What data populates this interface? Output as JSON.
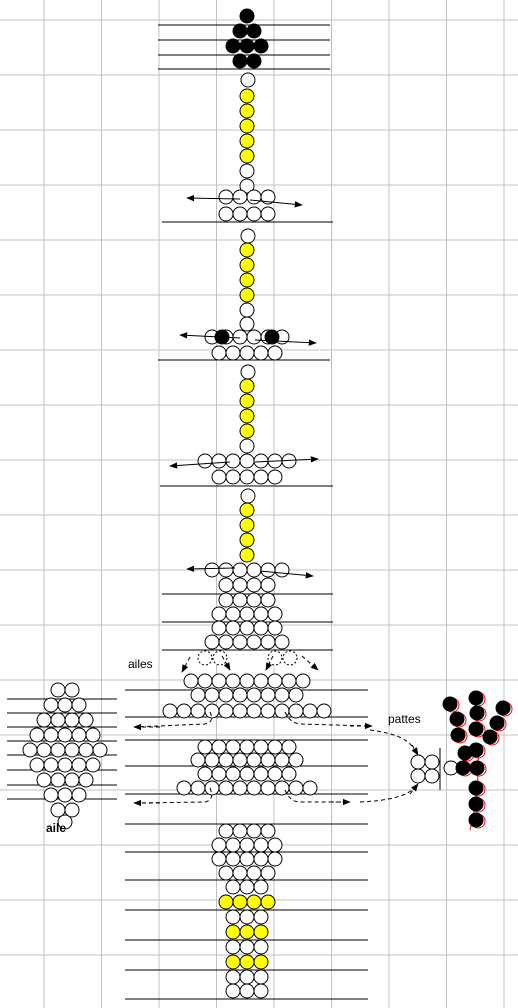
{
  "labels": {
    "ailes": "ailes",
    "pattes": "pattes",
    "aile": "aile"
  },
  "colors": {
    "bead_black": "#000000",
    "bead_yellow": "#ffff00",
    "bead_white": "#ffffff",
    "grid": "#c0c0c0",
    "thread": "#000000",
    "thread_red": "#ff0000"
  }
}
